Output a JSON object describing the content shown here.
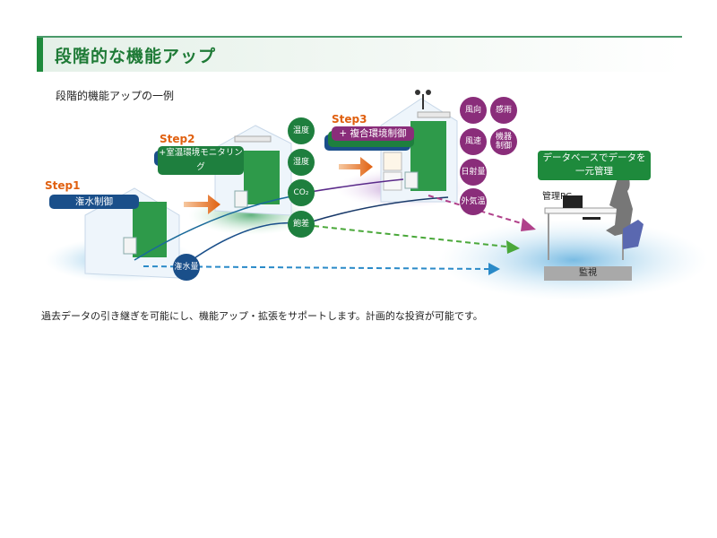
{
  "header": {
    "title": "段階的な機能アップ",
    "accent_color": "#1e8a3c"
  },
  "subtitle": "段階的機能アップの一例",
  "steps": [
    {
      "step": "Step1",
      "label": "潅水制御",
      "label_color": "#1a4f8a"
    },
    {
      "step": "Step2",
      "label": "+室温環境モニタリング",
      "label_color": "#1e7f3e"
    },
    {
      "step": "Step3",
      "label": "+ 複合環境制御",
      "label_color": "#8a2d7a"
    }
  ],
  "sensors_green": [
    "温度",
    "湿度",
    "CO₂",
    "飽差"
  ],
  "sensors_purple": [
    "風向",
    "感雨",
    "風速",
    "機器制御",
    "日射量",
    "外気温"
  ],
  "sensor_blue": "潅水量",
  "database_box": {
    "line1": "データベースでデータを",
    "line2": "一元管理"
  },
  "pc_label": "管理PC",
  "monitor_label": "監視",
  "caption": "過去データの引き継ぎを可能にし、機能アップ・拡張をサポートします。計画的な投資が可能です。",
  "colors": {
    "orange": "#e06010",
    "green": "#1e7f3e",
    "purple": "#8a2d7a",
    "blue": "#1a4f8a",
    "dash_blue": "#2a8ac8",
    "dash_green": "#4aa83a",
    "dash_purple": "#b0408a"
  }
}
